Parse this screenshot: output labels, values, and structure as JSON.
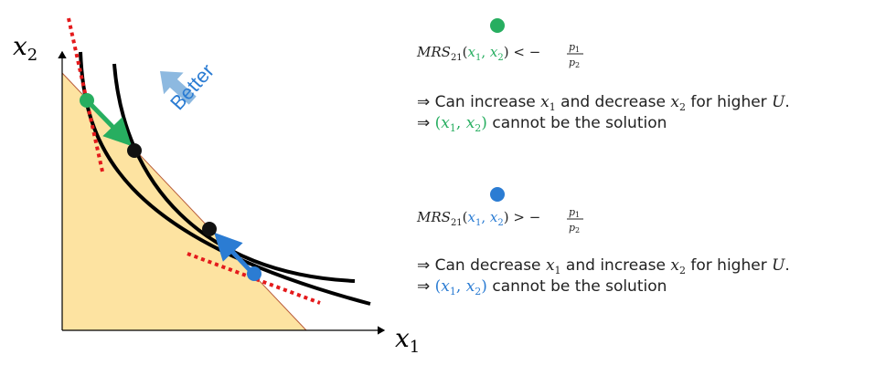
{
  "colors": {
    "budget_fill": "#fde3a1",
    "budget_edge": "#b85c3a",
    "curve": "#000000",
    "tangent_dotted": "#e41a1c",
    "green_point": "#27ae60",
    "blue_point": "#2b7cd3",
    "better_arrow": "#8db9e0",
    "better_text": "#2b7cd3"
  },
  "axes": {
    "x_main": "x",
    "x_sub": "1",
    "y_main": "x",
    "y_sub": "2"
  },
  "better": {
    "label": "Better"
  },
  "case_green": {
    "mrs_main": "MRS",
    "mrs_sub": "21",
    "x1": "x",
    "x1_sub": "1",
    "x2": "x",
    "x2_sub": "2",
    "relation": "<",
    "price_num": "p",
    "price_num_sub": "1",
    "price_den": "p",
    "price_den_sub": "2",
    "line1_prefix": "⇒ Can increase ",
    "line1_mid": " and decrease ",
    "line1_suffix": " for higher ",
    "utility": "U",
    "line2_prefix": "⇒ ",
    "line2_suffix": " cannot be the solution"
  },
  "case_blue": {
    "mrs_main": "MRS",
    "mrs_sub": "21",
    "x1": "x",
    "x1_sub": "1",
    "x2": "x",
    "x2_sub": "2",
    "relation": ">",
    "price_num": "p",
    "price_num_sub": "1",
    "price_den": "p",
    "price_den_sub": "2",
    "line1_prefix": "⇒ Can decrease ",
    "line1_mid": " and increase ",
    "line1_suffix": " for higher ",
    "utility": "U",
    "line2_prefix": "⇒ ",
    "line2_suffix": " cannot be the solution"
  }
}
